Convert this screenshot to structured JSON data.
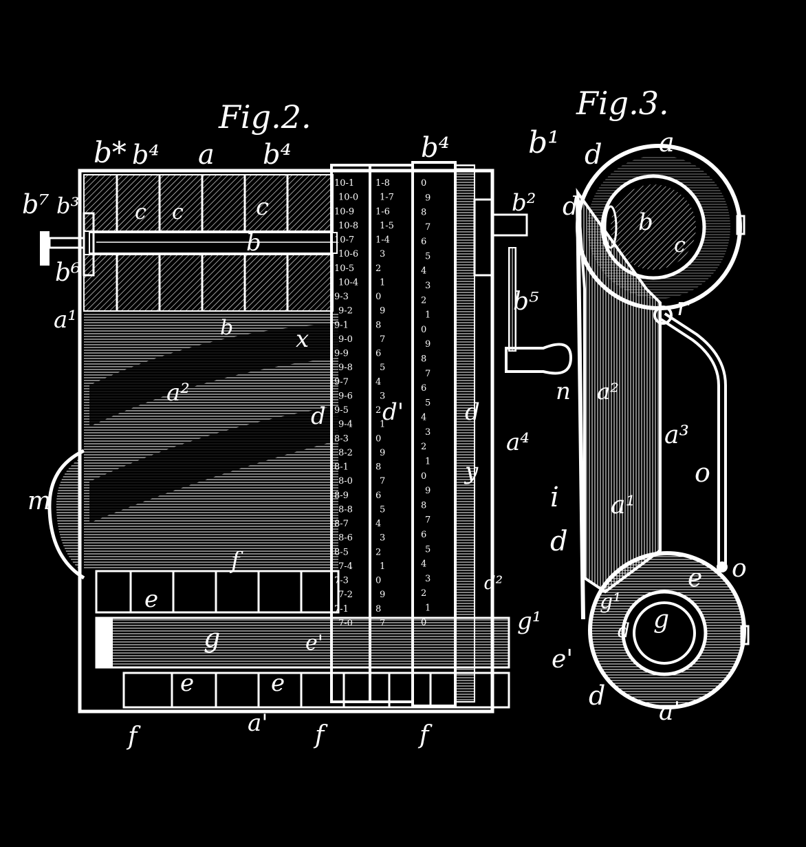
{
  "figures": {
    "fig2": {
      "title": "Fig.2.",
      "labels": {
        "b_star": "b*",
        "b4_left": "b⁴",
        "a_top": "a",
        "b4_mid": "b⁴",
        "b4_right": "b⁴",
        "b1_top": "b¹",
        "b2": "b²",
        "b7": "b⁷",
        "b3": "b³",
        "b6": "b⁶",
        "b_shaft": "b",
        "c1": "c",
        "c2": "c",
        "c3": "c",
        "a1_left": "a¹",
        "b_lower": "b",
        "x": "x",
        "b5": "b⁵",
        "a2": "a²",
        "d1": "d",
        "d_prime": "d'",
        "d2": "d",
        "a4": "a⁴",
        "m": "m",
        "y": "y",
        "f_mid": "f",
        "e_upper": "e",
        "d2_lower": "d²",
        "g": "g",
        "e_prime": "e'",
        "g1": "g¹",
        "e_low1": "e",
        "e_low2": "e",
        "f_left": "f",
        "a1_bottom": "a'",
        "f_bottom": "f",
        "f_right": "f"
      },
      "columns": {
        "col1": [
          "10-1",
          "10-0",
          "10-9",
          "10-8",
          "10-7",
          "10-6",
          "10-5",
          "10-4",
          "9-3",
          "9-2",
          "9-1",
          "9-0",
          "9-9",
          "9-8",
          "9-7",
          "9-6",
          "9-5",
          "9-4",
          "8-3",
          "8-2",
          "8-1",
          "8-0",
          "8-9",
          "8-8",
          "8-7",
          "8-6",
          "8-5",
          "7-4",
          "7-3",
          "7-2",
          "7-1",
          "7-0"
        ],
        "col2": [
          "1-8",
          "1-7",
          "1-6",
          "1-5",
          "1-4",
          "3",
          "2",
          "1",
          "0",
          "9",
          "8",
          "7",
          "6",
          "5",
          "4",
          "3",
          "2",
          "1",
          "0",
          "9",
          "8",
          "7",
          "6",
          "5",
          "4",
          "3",
          "2",
          "1",
          "0",
          "9",
          "8",
          "7"
        ],
        "col3": [
          "0",
          "9",
          "8",
          "7",
          "6",
          "5",
          "4",
          "3",
          "2",
          "1",
          "0",
          "9",
          "8",
          "7",
          "6",
          "5",
          "4",
          "3",
          "2",
          "1",
          "0",
          "9",
          "8",
          "7",
          "6",
          "5",
          "4",
          "3",
          "2",
          "1",
          "0"
        ]
      }
    },
    "fig3": {
      "title": "Fig.3.",
      "labels": {
        "d_top": "d",
        "a_top": "a",
        "d_prime": "d'",
        "b_hub": "b",
        "c_hub": "c",
        "r": "r",
        "n": "n",
        "a2": "a²",
        "a3": "a³",
        "o_arm": "o",
        "i": "i",
        "a1_mid": "a¹",
        "d_mid": "d",
        "o_end": "o",
        "e": "e",
        "g1": "g¹",
        "g": "g",
        "e_prime": "e'",
        "d_low": "d",
        "d_bottom": "d",
        "a1_bottom": "a'"
      }
    }
  },
  "colors": {
    "ink": "#ffffff",
    "paper": "#000000"
  }
}
